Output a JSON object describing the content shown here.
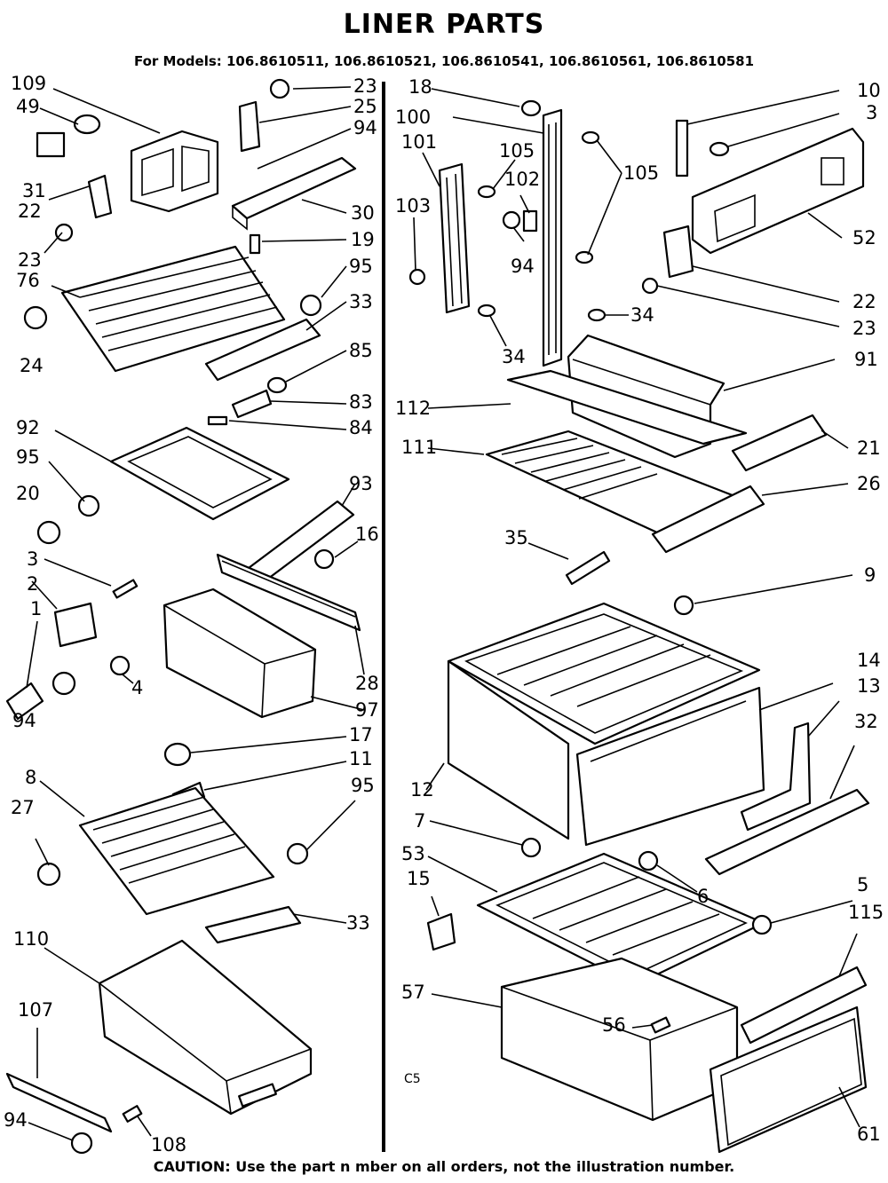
{
  "header": {
    "title": "LINER PARTS",
    "models": "For Models: 106.8610511, 106.8610521, 106.8610541, 106.8610561, 106.8610581"
  },
  "footer": {
    "caution": "CAUTION: Use the part n mber on all orders, not the illustration number.",
    "code": "C5"
  },
  "callouts": [
    "109",
    "49",
    "31",
    "22",
    "23",
    "76",
    "24",
    "92",
    "95",
    "20",
    "3",
    "2",
    "1",
    "94",
    "8",
    "27",
    "110",
    "107",
    "94",
    "23",
    "25",
    "94",
    "30",
    "19",
    "95",
    "33",
    "85",
    "83",
    "84",
    "93",
    "16",
    "28",
    "4",
    "97",
    "17",
    "11",
    "95",
    "33",
    "108",
    "18",
    "100",
    "101",
    "103",
    "105",
    "102",
    "94",
    "34",
    "105",
    "10",
    "3",
    "52",
    "22",
    "23",
    "34",
    "91",
    "112",
    "111",
    "21",
    "26",
    "35",
    "9",
    "14",
    "13",
    "32",
    "12",
    "7",
    "6",
    "53",
    "15",
    "5",
    "115",
    "57",
    "56",
    "61"
  ]
}
